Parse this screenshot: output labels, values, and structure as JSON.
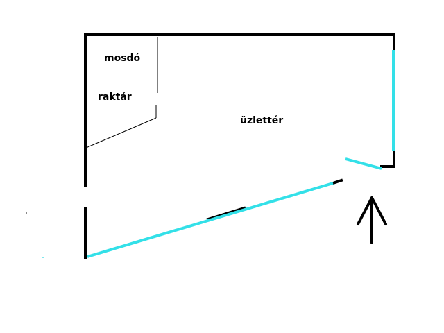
{
  "rooms": {
    "restroom": "mosdó",
    "storage": "raktár",
    "shop_floor": "üzlettér"
  },
  "colors": {
    "wall": "#000000",
    "window": "#33e0e8",
    "background": "#ffffff"
  },
  "icons": {
    "entrance": "arrow-up-icon"
  }
}
